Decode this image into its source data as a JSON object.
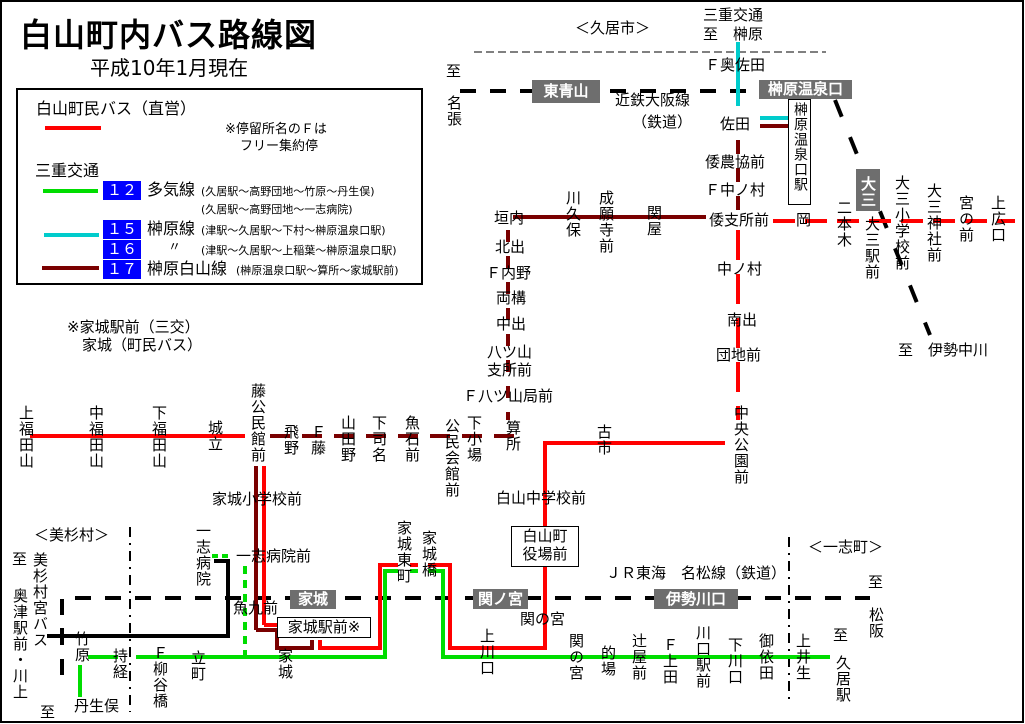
{
  "title": "白山町内バス路線図",
  "subtitle": "平成10年1月現在",
  "legend": {
    "town_bus": "白山町民バス（直営）",
    "note1": "※停留所名のＦは",
    "note2": "フリー集約停",
    "mie_kotsu": "三重交通",
    "routes": [
      {
        "number": "１２",
        "name": "多気線",
        "desc": "(久居駅～高野団地～竹原～丹生俣)",
        "desc2": "(久居駅～高野団地～一志病院)"
      },
      {
        "number": "１５",
        "name": "榊原線",
        "desc": "(津駅～久居駅～下村～榊原温泉口駅)"
      },
      {
        "number": "１６",
        "name": "〃",
        "desc": "(津駅～久居駅～上稲葉～榊原温泉口駅)"
      },
      {
        "number": "１７",
        "name": "榊原白山線",
        "desc": "(榊原温泉口駅～算所～家城駅前)"
      }
    ],
    "colors": {
      "town_bus": "#ff0000",
      "route12": "#00dd00",
      "route15": "#00cccc",
      "route17": "#7a0000",
      "badge": "#0000ff"
    }
  },
  "notes": {
    "iejo1": "※家城駅前（三交）",
    "iejo2": "家城（町民バス）"
  },
  "regions": {
    "hisai": "＜久居市＞",
    "misugi": "＜美杉村＞",
    "ichishi": "＜一志町＞"
  },
  "railways": {
    "kintetsu": "近鉄大阪線",
    "kintetsu2": "（鉄道）",
    "jr": "ＪＲ東海　名松線（鉄道）",
    "stations": [
      "東青山",
      "榊原温泉口",
      "大三",
      "家城",
      "関ノ宮",
      "伊勢川口"
    ]
  },
  "boxes": {
    "sakakibara_eki": "榊原温泉口駅",
    "yakuba": "白山町",
    "yakuba2": "役場前",
    "iejo_ekimae": "家城駅前※"
  },
  "stops": [
    "三重交通",
    "至　榊原",
    "Ｆ奥佐田",
    "至",
    "名張",
    "佐田",
    "倭農協前",
    "Ｆ中ノ村",
    "倭支所前",
    "岡",
    "二本木",
    "大三駅前",
    "大三小学校前",
    "大三神社前",
    "宮の前",
    "上広口",
    "至　伊勢中川",
    "垣内",
    "川久保",
    "成願寺前",
    "関屋",
    "北出",
    "Ｆ内野",
    "両構",
    "中出",
    "八ツ山",
    "支所前",
    "Ｆ八ツ山局前",
    "中ノ村",
    "南出",
    "団地前",
    "中央公園前",
    "古市",
    "白山中学校前",
    "関の宮",
    "上福田山",
    "中福田山",
    "下福田山",
    "城立",
    "藤公民館前",
    "飛野",
    "Ｆ藤",
    "山田野",
    "下司名",
    "魚石前",
    "公民会館前",
    "下小場",
    "算所",
    "家城小学校前",
    "一志病院",
    "一志病院前",
    "魚九前",
    "家城",
    "家城東町",
    "家城橋",
    "上川口",
    "竹原",
    "丹生俣",
    "至",
    "至",
    "美杉村宮バス",
    "奥津駅前・川上",
    "持経",
    "Ｆ柳谷橋",
    "立町",
    "関の宮",
    "的場",
    "辻屋前",
    "Ｆ上田",
    "川口駅前",
    "下川口",
    "御依田",
    "上井生",
    "至",
    "久居駅",
    "至",
    "松阪"
  ]
}
